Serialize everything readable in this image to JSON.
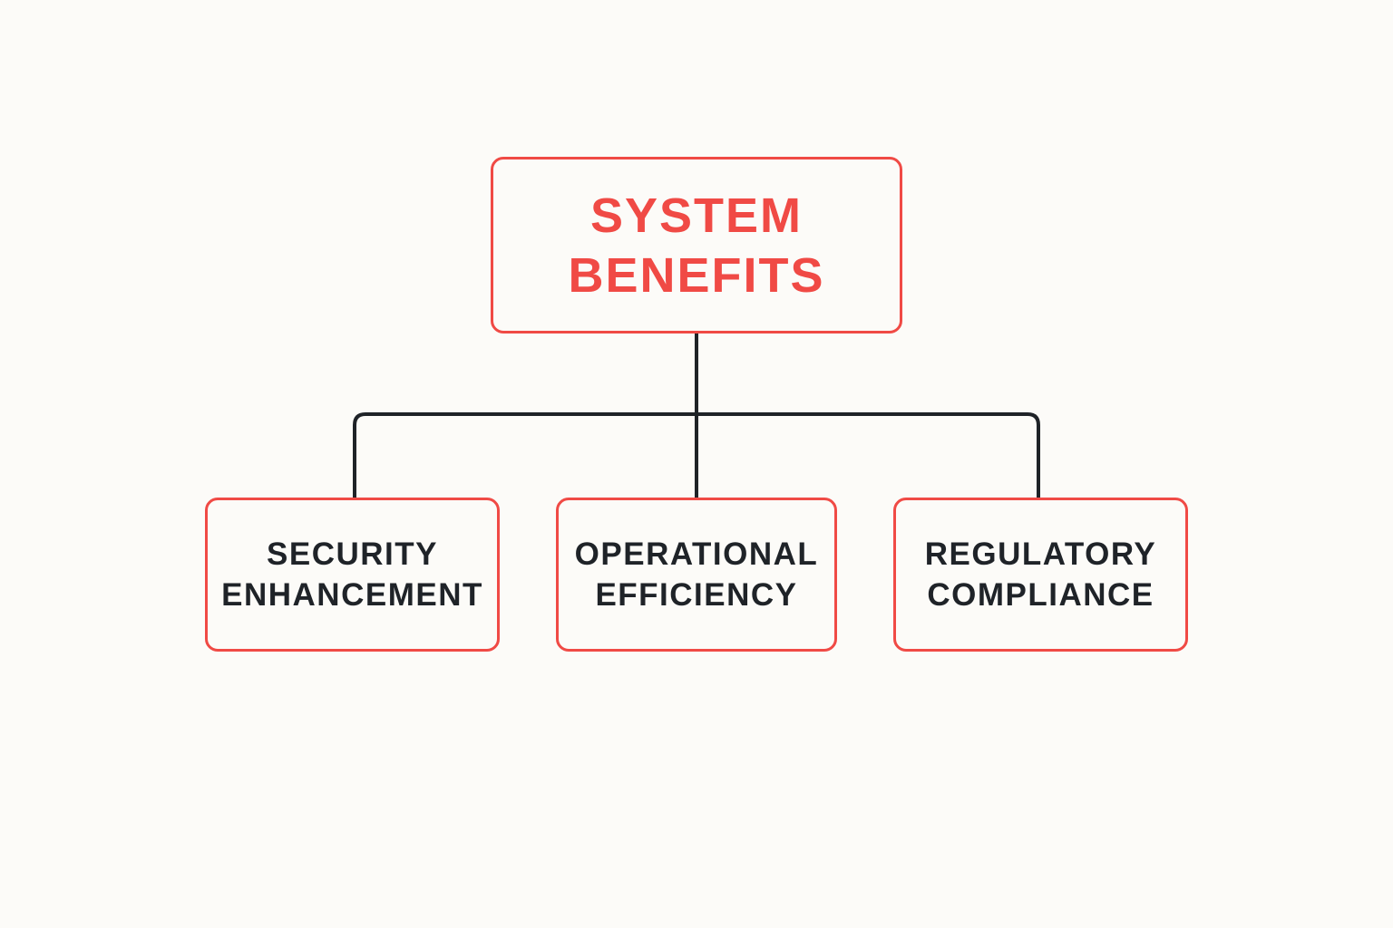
{
  "root": {
    "label": "SYSTEM\nBENEFITS"
  },
  "children": [
    {
      "label": "SECURITY\nENHANCEMENT"
    },
    {
      "label": "OPERATIONAL\nEFFICIENCY"
    },
    {
      "label": "REGULATORY\nCOMPLIANCE"
    }
  ],
  "colors": {
    "accent": "#f04a45",
    "text": "#1f2328",
    "connector": "#1f2328",
    "background": "#fcfbf8"
  }
}
